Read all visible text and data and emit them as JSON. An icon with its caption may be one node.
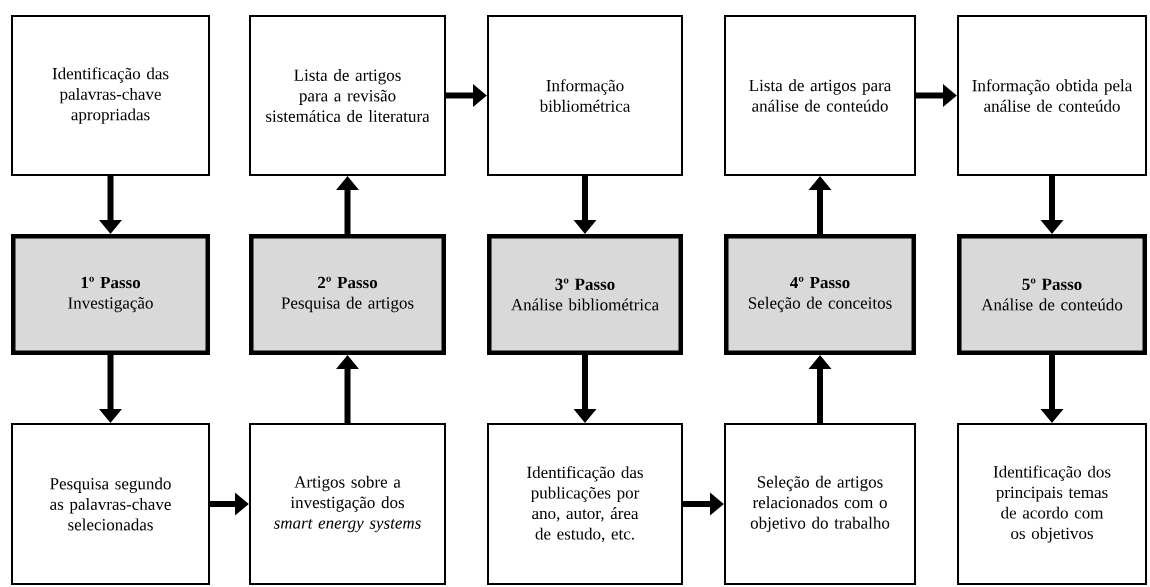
{
  "diagram": {
    "nodes": [
      {
        "text": [
          "Identificação das palavras-chave apropriadas"
        ]
      },
      {
        "text": [
          "Lista de artigos para a revisão sistemática de literatura"
        ]
      },
      {
        "text": [
          "Informação bibliométrica"
        ]
      },
      {
        "text": [
          "Lista de artigos para análise de conteúdo"
        ]
      },
      {
        "text": [
          "Informação obtida pela análise de conteúdo"
        ]
      },
      {
        "text": [
          "1º Passo",
          "Investigação"
        ]
      },
      {
        "text": [
          "2º Passo",
          "Pesquisa de artigos"
        ]
      },
      {
        "text": [
          "3º Passo",
          "Análise bibliométrica"
        ]
      },
      {
        "text": [
          "4º Passo",
          "Seleção de conceitos"
        ]
      },
      {
        "text": [
          "5º Passo",
          "Análise de conteúdo"
        ]
      },
      {
        "text": [
          "Pesquisa segundo as palavras-chave selecionadas"
        ]
      },
      {
        "text": [
          "Artigos sobre a investigação dos *smart energy systems*"
        ]
      },
      {
        "text": [
          "Identificação das publicações por ano, autor, área de estudo, etc."
        ]
      },
      {
        "text": [
          "Seleção de artigos relacionados com o objetivo do trabalho"
        ]
      },
      {
        "text": [
          "Identificação dos principais temas de acordo com os objetivos"
        ]
      }
    ],
    "edges": [
      {
        "from": 0,
        "to": 5,
        "arrow": "to"
      },
      {
        "from": 5,
        "to": 10,
        "arrow": "to"
      },
      {
        "from": 10,
        "to": 11,
        "arrow": "to"
      },
      {
        "from": 11,
        "to": 6,
        "arrow": "to"
      },
      {
        "from": 6,
        "to": 1,
        "arrow": "to"
      },
      {
        "from": 1,
        "to": 2,
        "arrow": "to"
      },
      {
        "from": 2,
        "to": 7,
        "arrow": "to"
      },
      {
        "from": 7,
        "to": 12,
        "arrow": "to"
      },
      {
        "from": 12,
        "to": 13,
        "arrow": "to"
      },
      {
        "from": 13,
        "to": 8,
        "arrow": "to"
      },
      {
        "from": 8,
        "to": 3,
        "arrow": "to"
      },
      {
        "from": 3,
        "to": 4,
        "arrow": "to"
      },
      {
        "from": 4,
        "to": 9,
        "arrow": "to"
      },
      {
        "from": 9,
        "to": 14,
        "arrow": "to"
      }
    ]
  }
}
